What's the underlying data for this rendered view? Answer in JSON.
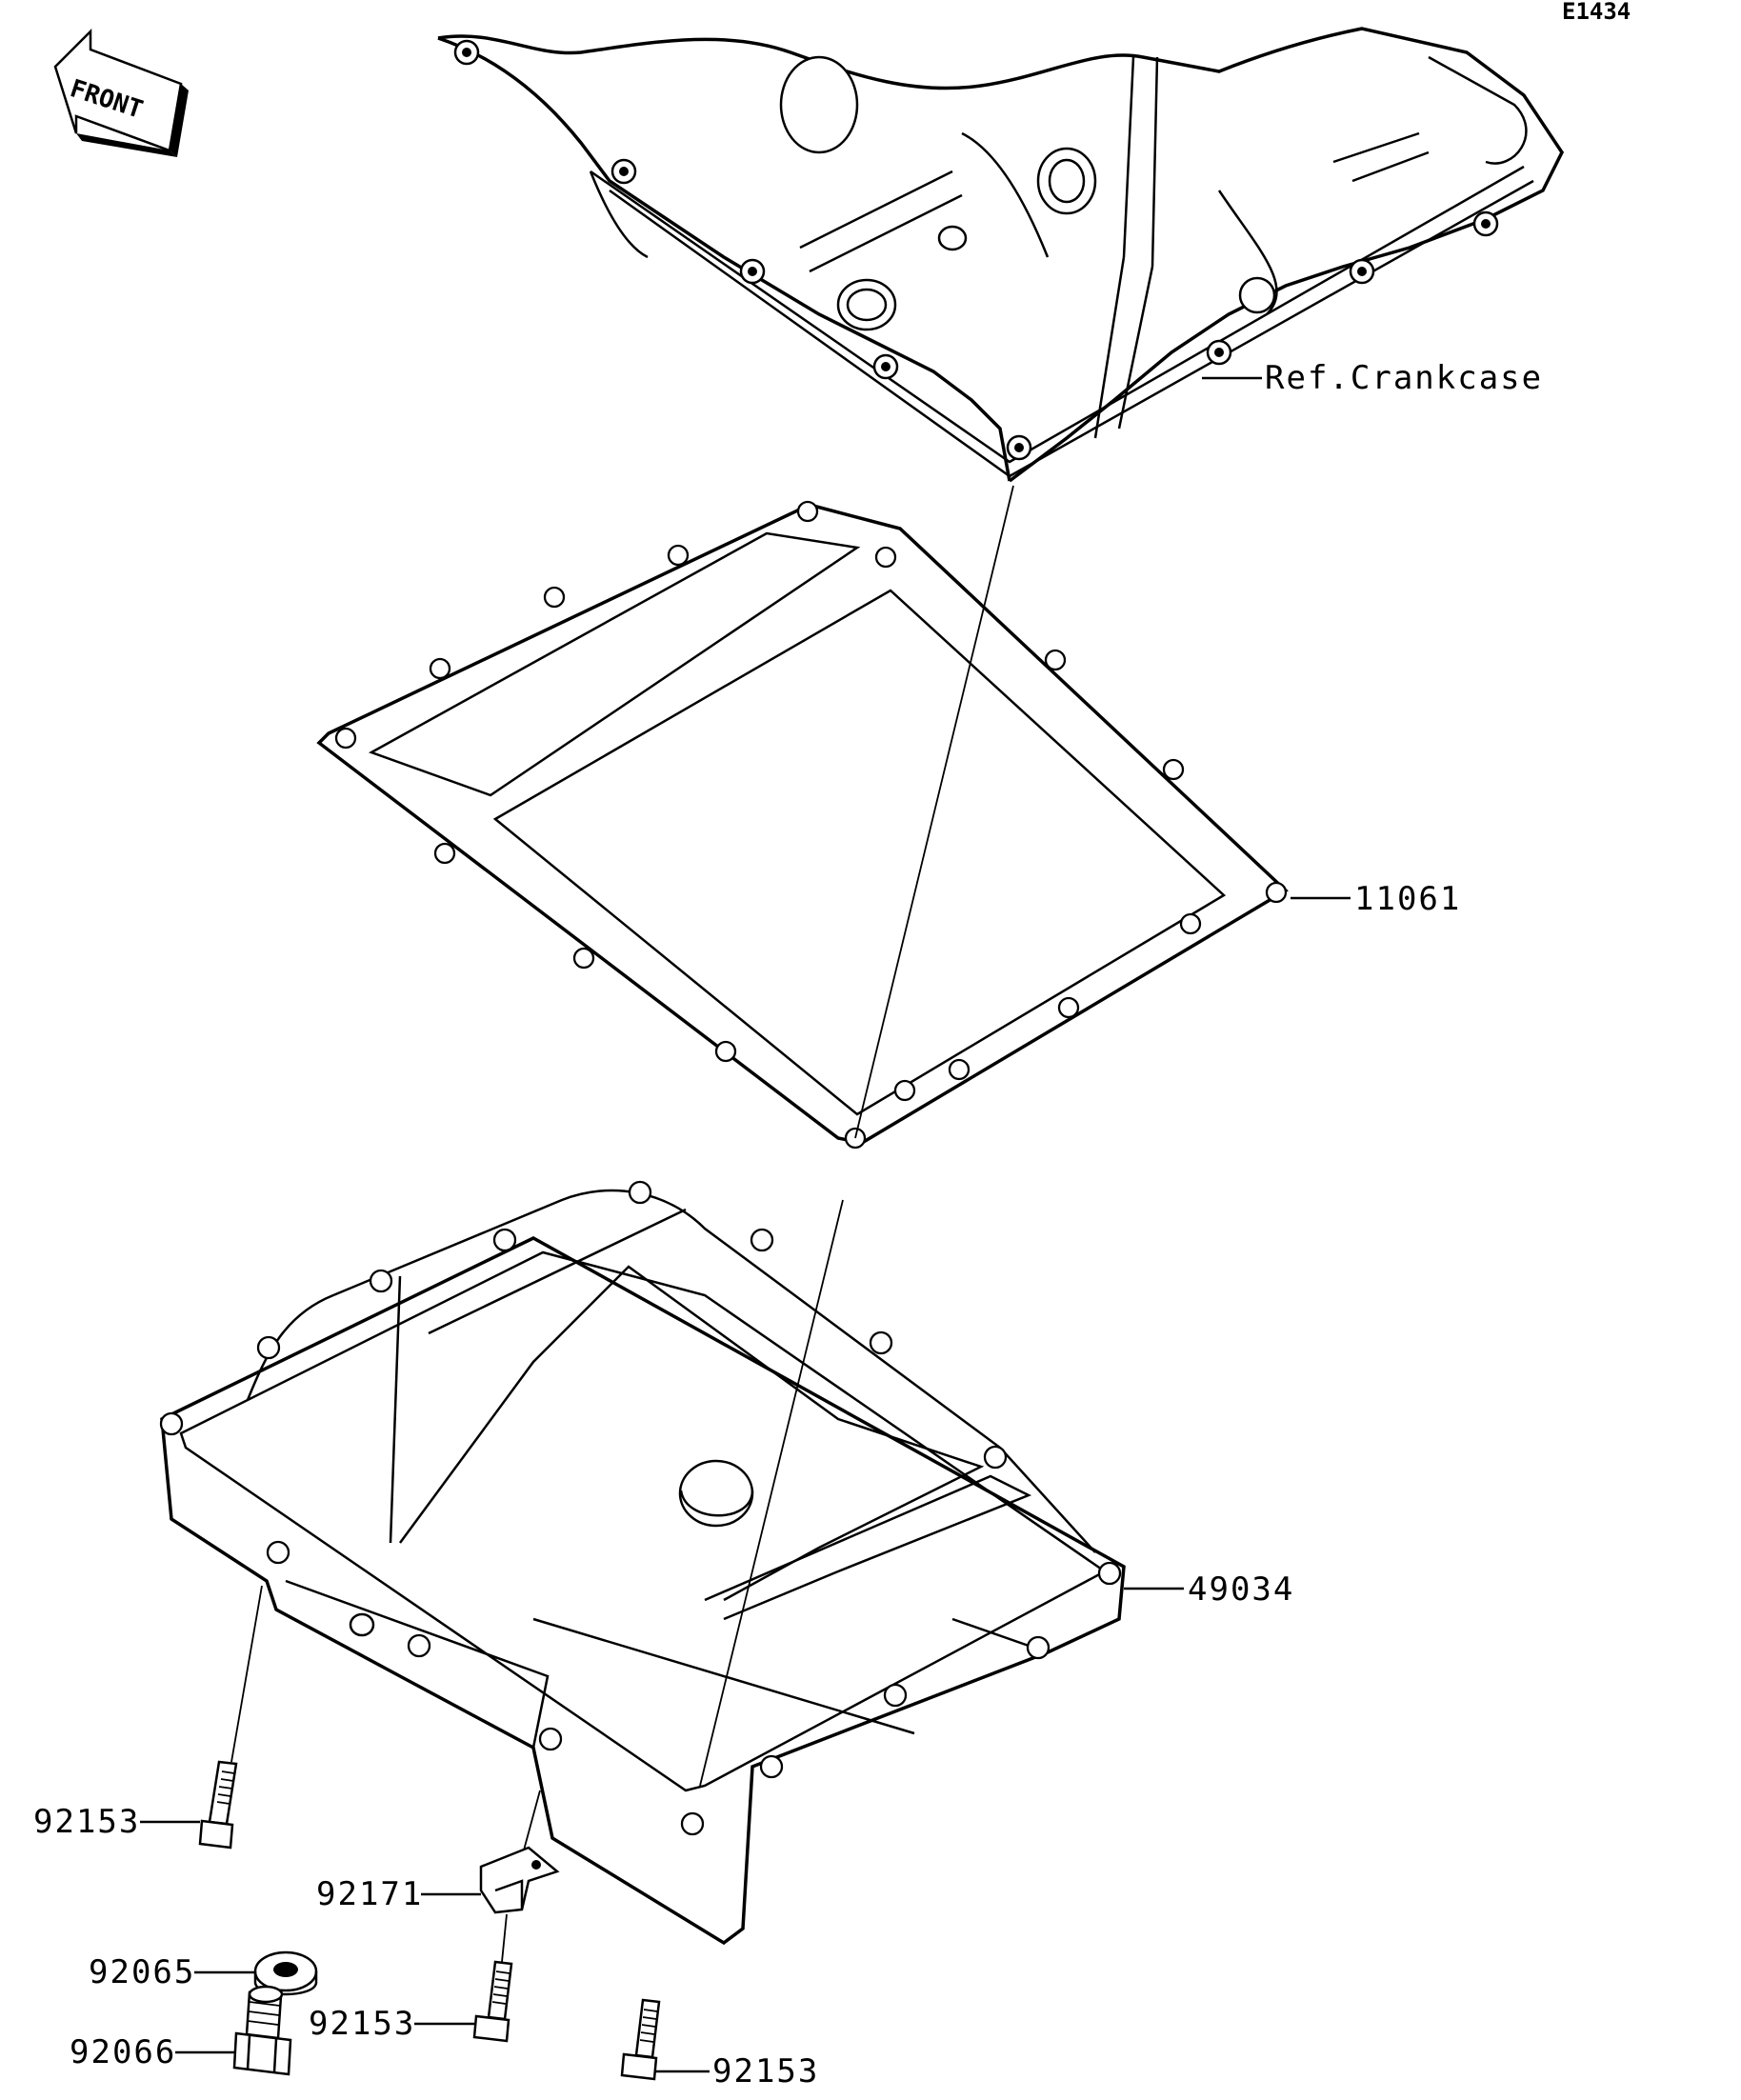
{
  "diagram_code": "E1434",
  "front_arrow": {
    "label": "FRONT",
    "icon": "front-direction-arrow-icon"
  },
  "crankcase_ref": "Ref.Crankcase",
  "parts": {
    "gasket": "11061",
    "oil_pan": "49034",
    "bolt_left": "92153",
    "clamp": "92171",
    "bolt_middle": "92153",
    "washer": "92065",
    "drain_plug": "92066",
    "bolt_bottom": "92153"
  }
}
